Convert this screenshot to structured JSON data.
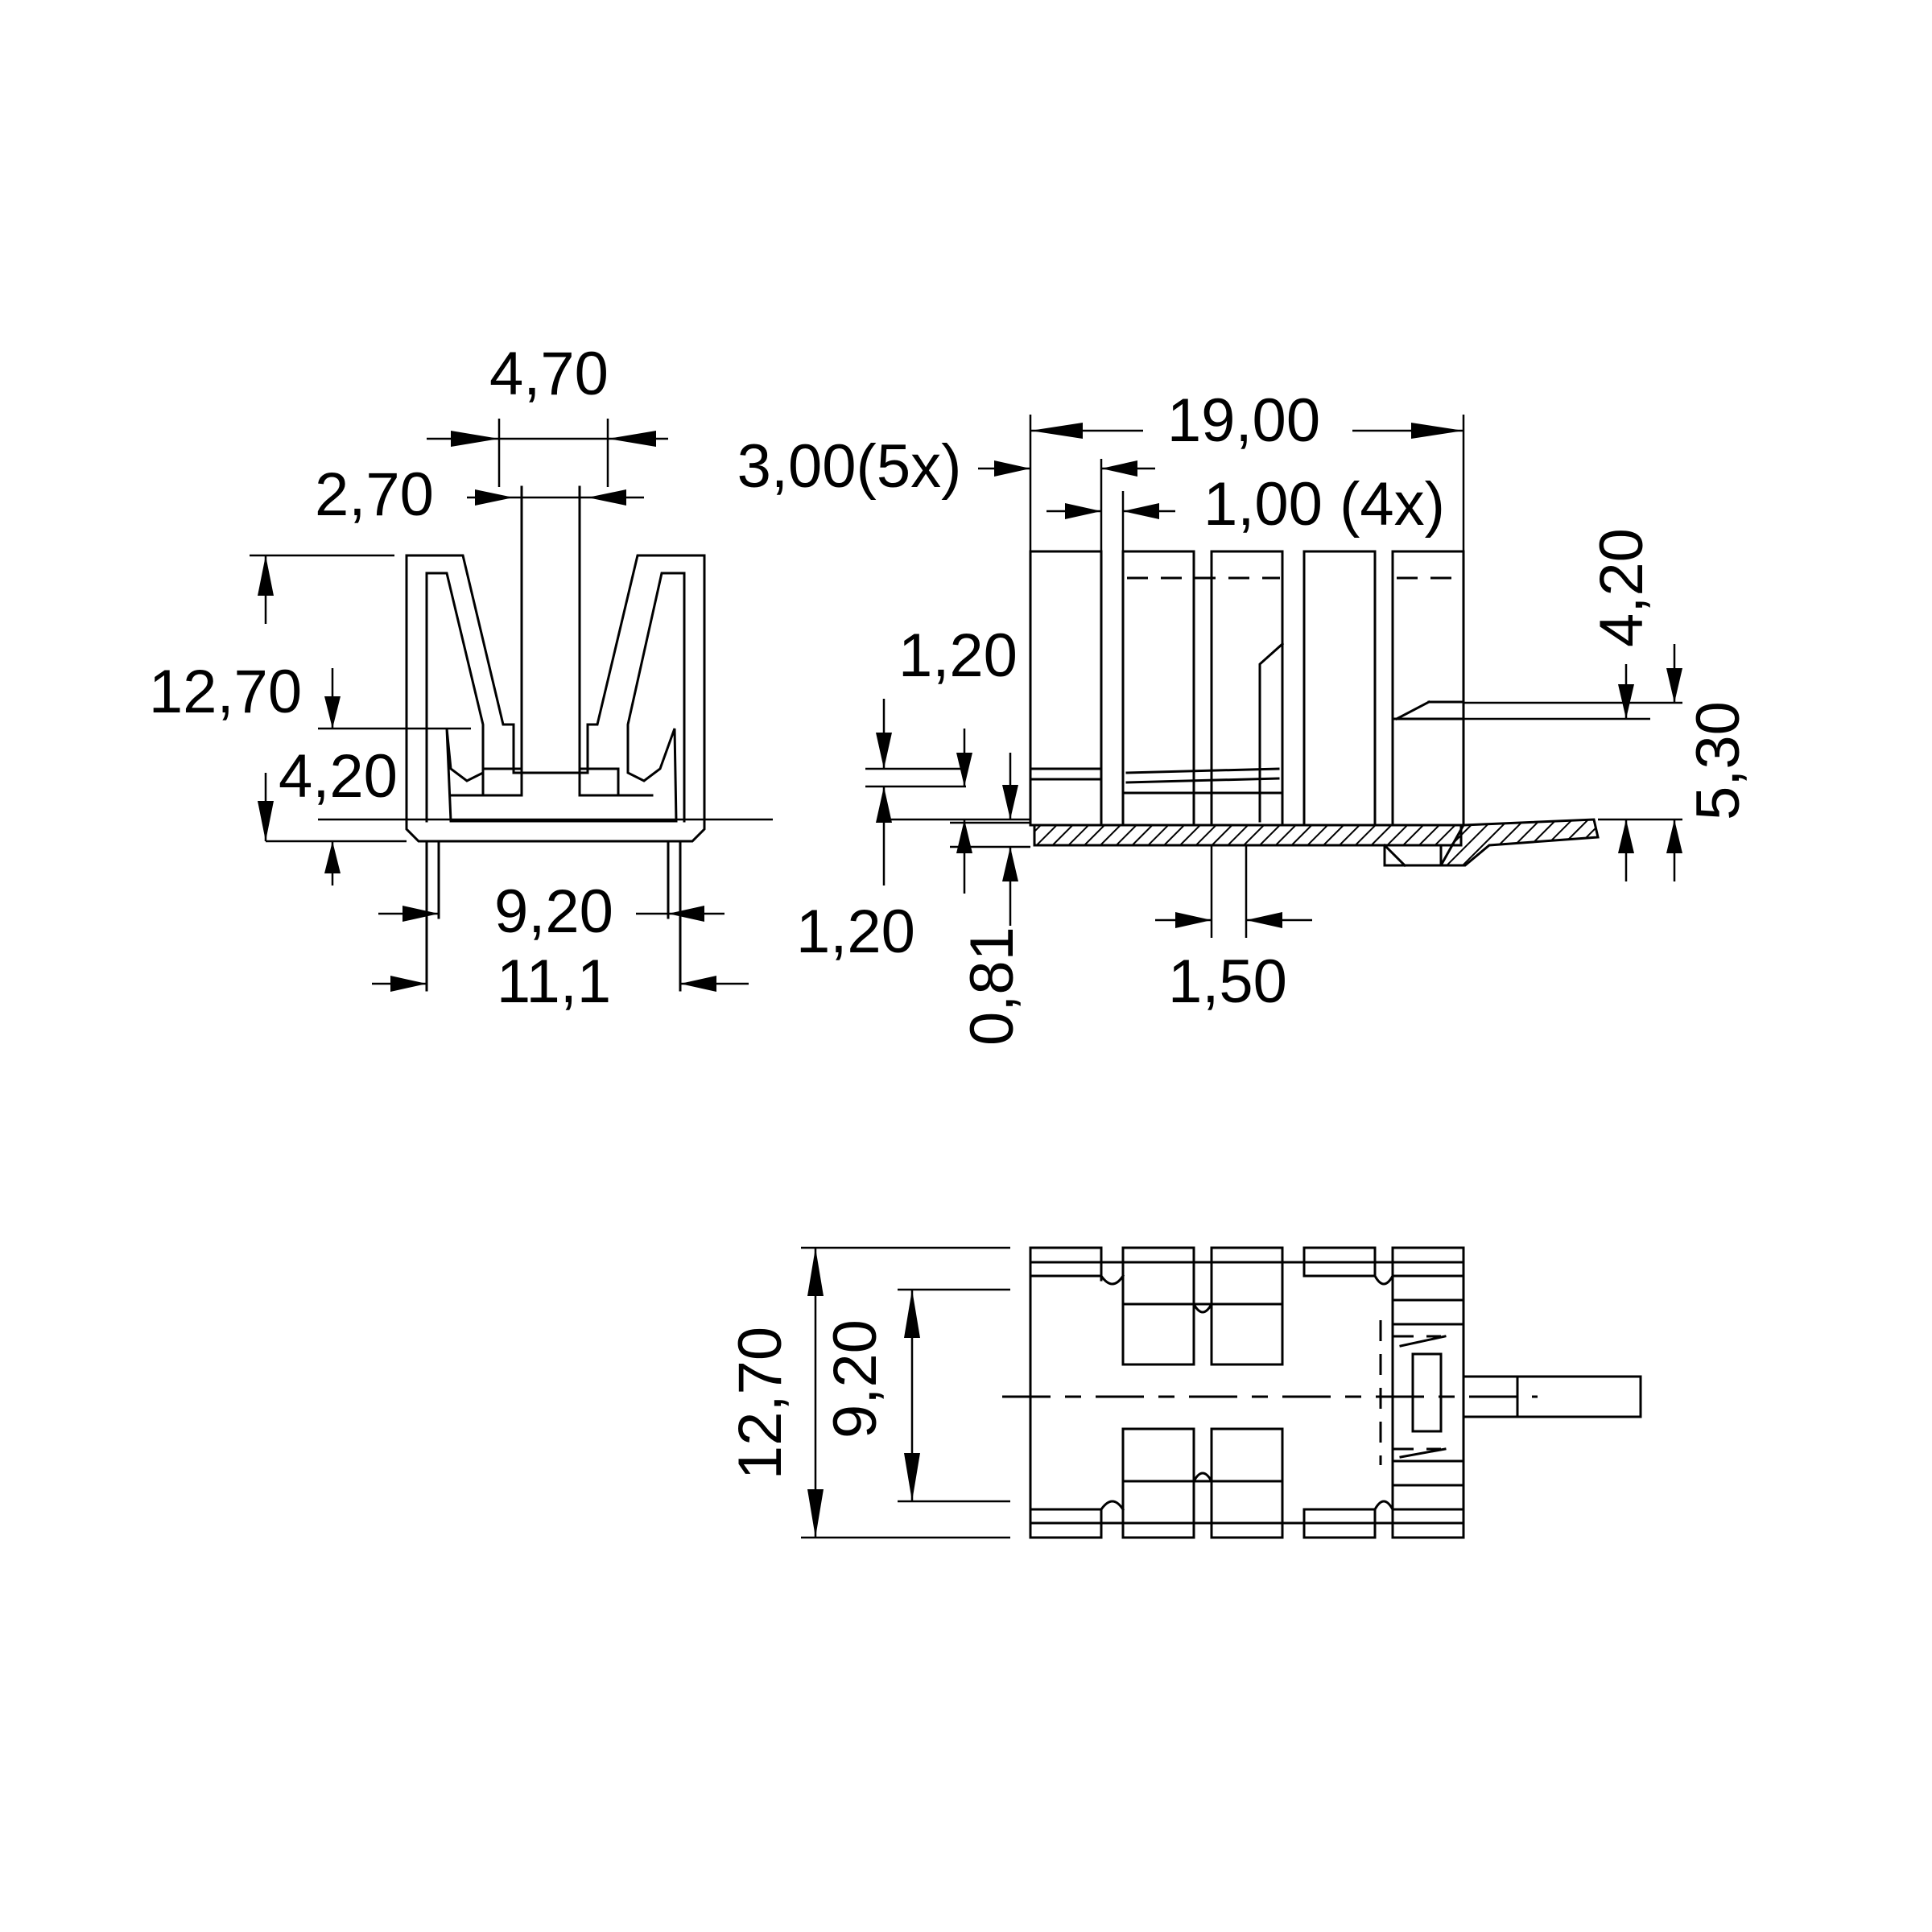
{
  "dimensions": {
    "d_4_70": "4,70",
    "d_2_70": "2,70",
    "d_12_70_front": "12,70",
    "d_4_20_front": "4,20",
    "d_9_20_front": "9,20",
    "d_11_1": "11,1",
    "d_19_00": "19,00",
    "d_3_00_5x": "3,00(5x)",
    "d_1_00_4x": "1,00 (4x)",
    "d_1_20_top": "1,20",
    "d_1_20_bottom": "1,20",
    "d_0_81": "0,81",
    "d_1_50": "1,50",
    "d_4_20_side": "4,20",
    "d_5_30": "5,30",
    "d_12_70_bottom": "12,70",
    "d_9_20_bottom": "9,20"
  },
  "colors": {
    "ink": "#000000",
    "background": "#ffffff"
  }
}
